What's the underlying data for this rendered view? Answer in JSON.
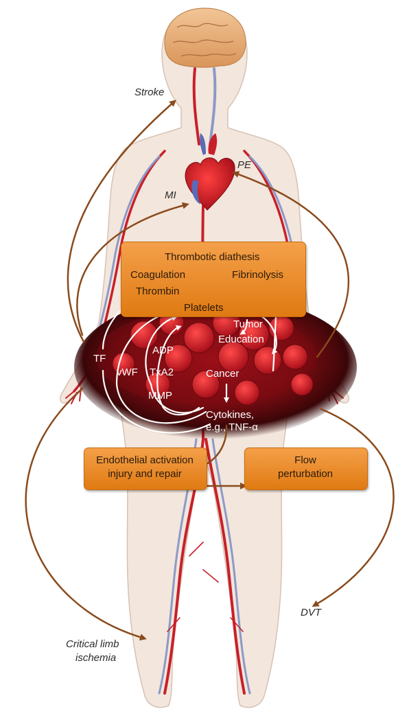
{
  "outcomes": {
    "stroke": "Stroke",
    "pe": "PE",
    "mi": "MI",
    "dvt": "DVT",
    "critical_limb_line1": "Critical limb",
    "critical_limb_line2": "ischemia"
  },
  "boxes": {
    "thrombotic_title": "Thrombotic diathesis",
    "coagulation": "Coagulation",
    "fibrinolysis": "Fibrinolysis",
    "thrombin": "Thrombin",
    "platelets": "Platelets",
    "endothelial_line1": "Endothelial activation",
    "endothelial_line2": "injury and repair",
    "flow_line1": "Flow",
    "flow_line2": "perturbation"
  },
  "tumor_mediators": {
    "tumor": "Tumor",
    "education": "Education",
    "adp": "ADP",
    "tf": "TF",
    "vwf": "vWF",
    "txa2": "TxA2",
    "cancer": "Cancer",
    "mmp": "MMP",
    "cytokines_line1": "Cytokines,",
    "cytokines_line2": "e.g., TNF-α"
  },
  "colors": {
    "arrow_brown": "#8a4a1c",
    "box_orange": "#e88a22",
    "tumor_dark_red": "#5a0a0e",
    "vessel_red": "#c8202a",
    "vessel_blue": "#8a9ac8",
    "body_skin": "#f3e6dc"
  }
}
